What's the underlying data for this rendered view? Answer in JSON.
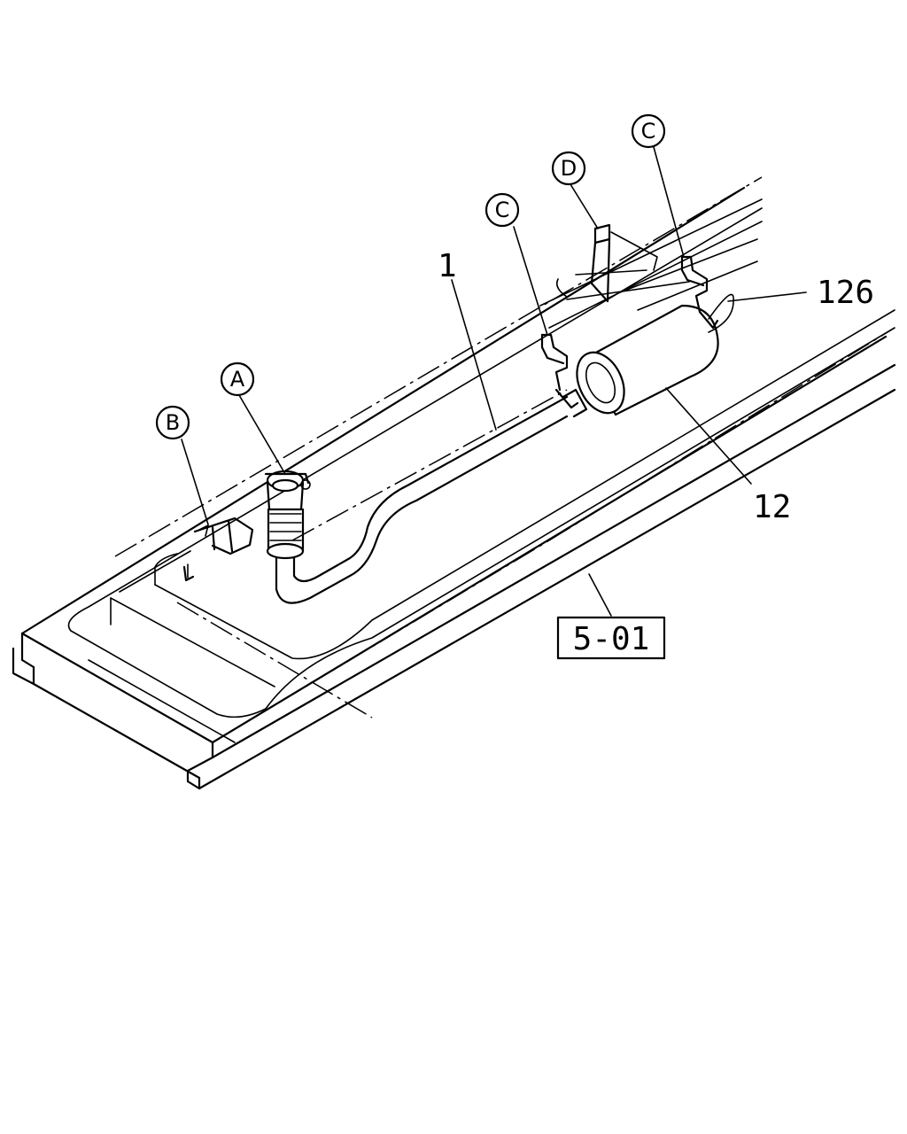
{
  "callouts": {
    "a": "A",
    "b": "B",
    "c1": "C",
    "c2": "C",
    "d": "D"
  },
  "parts": {
    "p1": "1",
    "p12": "12",
    "p126": "126"
  },
  "reference_box": "5-01"
}
